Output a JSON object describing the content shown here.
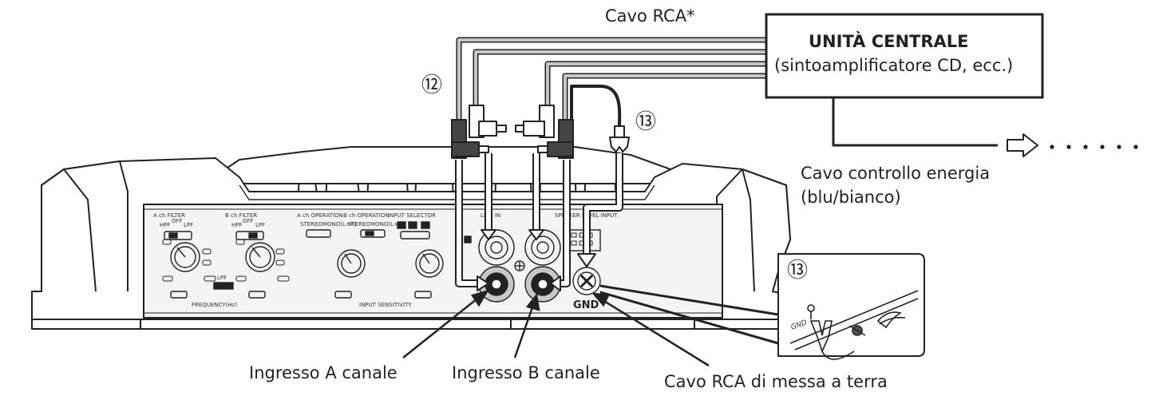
{
  "labels": {
    "rca_cable": "Cavo RCA*",
    "head_unit_title": "UNITÀ CENTRALE",
    "head_unit_sub": "(sintoamplificatore CD, ecc.)",
    "power_cable_line1": "Cavo controllo energia",
    "power_cable_line2": "(blu/bianco)",
    "input_a": "Ingresso A canale",
    "input_b": "Ingresso B canale",
    "ground_rca": "Cavo RCA di messa a terra"
  },
  "callouts": {
    "n12": "⑫",
    "n13": "⑬",
    "n13_detail": "⑬"
  },
  "amp_panel": {
    "a_filter": "A ch FILTER",
    "b_filter": "B ch FILTER",
    "a_operation": "A ch OPERATION",
    "b_operation": "B ch OPERATION",
    "input_selector": "INPUT SELECTOR",
    "line_in": "LINE IN",
    "speaker_input": "SPEAKER LEVEL INPUT",
    "hpf": "HPF",
    "lpf": "LPF",
    "off": "OFF",
    "stereo": "STEREO",
    "mono": "MONO(L+R)",
    "frequency": "FREQUENCY(Hz)",
    "input_sensitivity": "INPUT SENSITIVITY",
    "gnd": "GND",
    "gnd_detail": "GND"
  },
  "colors": {
    "line": "#222222",
    "cable_fill": "#b9b9b9",
    "panel": "#f2f2f2"
  }
}
